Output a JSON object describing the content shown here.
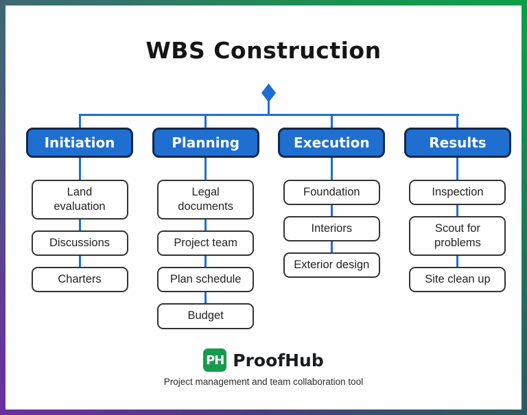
{
  "title": "WBS Construction",
  "diagram": {
    "root_icon": "diamond-icon",
    "columns": [
      {
        "label": "Initiation",
        "children": [
          "Land\nevaluation",
          "Discussions",
          "Charters"
        ]
      },
      {
        "label": "Planning",
        "children": [
          "Legal\ndocuments",
          "Project team",
          "Plan schedule",
          "Budget"
        ]
      },
      {
        "label": "Execution",
        "children": [
          "Foundation",
          "Interiors",
          "Exterior design"
        ]
      },
      {
        "label": "Results",
        "children": [
          "Inspection",
          "Scout for\nproblems",
          "Site clean up"
        ]
      }
    ]
  },
  "footer": {
    "logo_text": "PH",
    "brand": "ProofHub",
    "tagline": "Project management and team collaboration tool"
  },
  "colors": {
    "accent_blue": "#1b6fd2",
    "header_fill": "#1e6fd0",
    "header_border": "#14284b",
    "node_border": "#333333",
    "brand_green": "#169b4e",
    "frame_top_left": "#3e6973",
    "frame_top_right": "#0f9d49",
    "frame_bottom_left": "#6b2f9e",
    "frame_bottom_right": "#2d5a64"
  }
}
